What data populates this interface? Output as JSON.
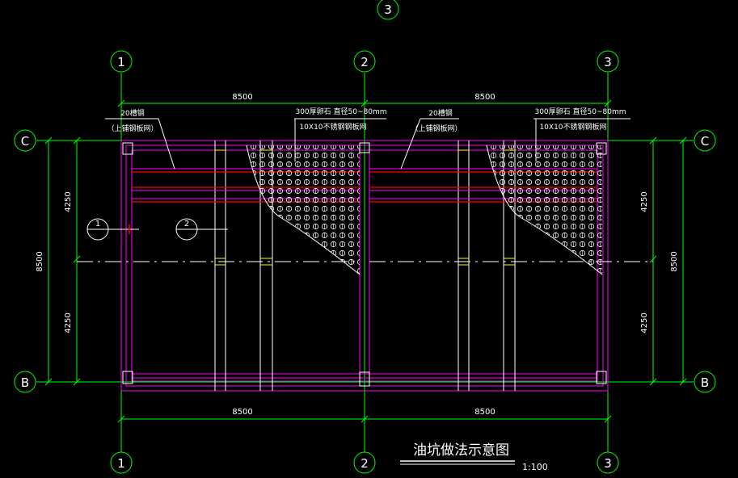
{
  "grid_axes": {
    "top_overflow": "3",
    "top": [
      "1",
      "2",
      "3"
    ],
    "bottom": [
      "1",
      "2",
      "3"
    ],
    "left": [
      "C",
      "B"
    ],
    "right": [
      "C",
      "B"
    ]
  },
  "dimensions": {
    "top": [
      "8500",
      "8500"
    ],
    "bottom": [
      "8500",
      "8500"
    ],
    "left_parts": [
      "4250",
      "4250"
    ],
    "left_total": "8500",
    "right_parts": [
      "4250",
      "4250"
    ],
    "right_total": "8500"
  },
  "notes": {
    "left_channel": [
      "20槽钢",
      "（上铺钢板网）"
    ],
    "left_gravel": [
      "300厚卵石 直径50~80mm",
      "10X10不锈钢钢板网"
    ],
    "right_channel": [
      "20槽钢",
      "（上铺钢板网）"
    ],
    "right_gravel": [
      "300厚卵石 直径50~80mm",
      "10X10不锈钢钢板网"
    ]
  },
  "section_markers": [
    "1",
    "2"
  ],
  "title": "油坑做法示意图",
  "scale": "1:100",
  "colors": {
    "background": "#000000",
    "grid_line": "#00ff00",
    "wall": "#ff00ff",
    "rebar": "#ff0000",
    "beam": "#ffffff",
    "text": "#ffffff",
    "accent": "#ffff00"
  }
}
